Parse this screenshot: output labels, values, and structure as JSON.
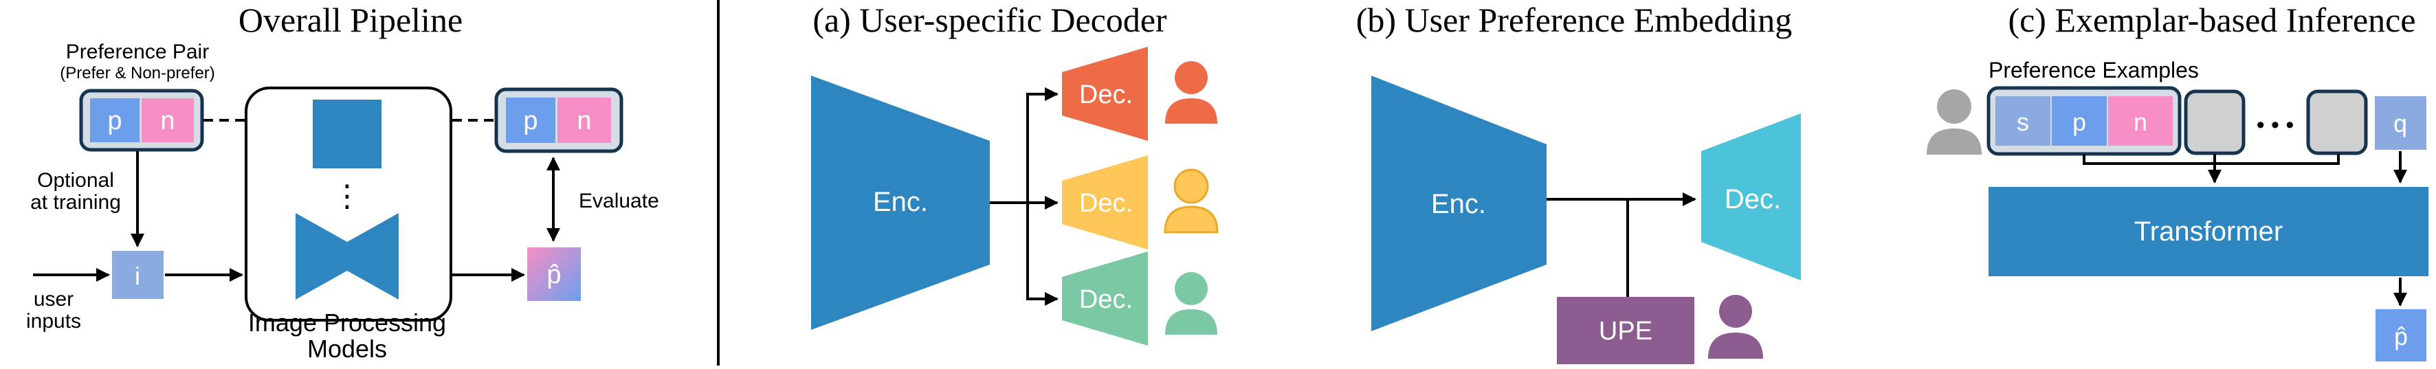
{
  "panels": {
    "overall": {
      "title": "Overall Pipeline",
      "pair_title": "Preference Pair",
      "pair_subtitle": "(Prefer & Non-prefer)",
      "p": "p",
      "n": "n",
      "optional_line1": "Optional",
      "optional_line2": "at training",
      "i": "i",
      "user_line1": "user",
      "user_line2": "inputs",
      "models_line1": "Image Processing",
      "models_line2": "Models",
      "evaluate": "Evaluate",
      "p_hat": "p̂",
      "dots": "⋮"
    },
    "decoder": {
      "title": "(a) User-specific Decoder",
      "enc": "Enc.",
      "dec": "Dec.",
      "colors": [
        "#EE6B47",
        "#FFC757",
        "#7BC8A4"
      ]
    },
    "embedding": {
      "title": "(b) User Preference Embedding",
      "enc": "Enc.",
      "dec": "Dec.",
      "upe": "UPE"
    },
    "exemplar": {
      "title": "(c) Exemplar-based Inference",
      "examples": "Preference Examples",
      "s": "s",
      "p": "p",
      "n": "n",
      "dots": "• • •",
      "q": "q",
      "transformer": "Transformer",
      "p_hat": "p̂"
    }
  },
  "colors": {
    "blue": "#2E86C1",
    "p_blue": "#6D9EEB",
    "n_pink": "#F78FC6",
    "teal": "#4DC3DA",
    "purple": "#8E5D8F",
    "gray_person": "#A6A6A6",
    "box_gray": "#D0D0D0"
  }
}
